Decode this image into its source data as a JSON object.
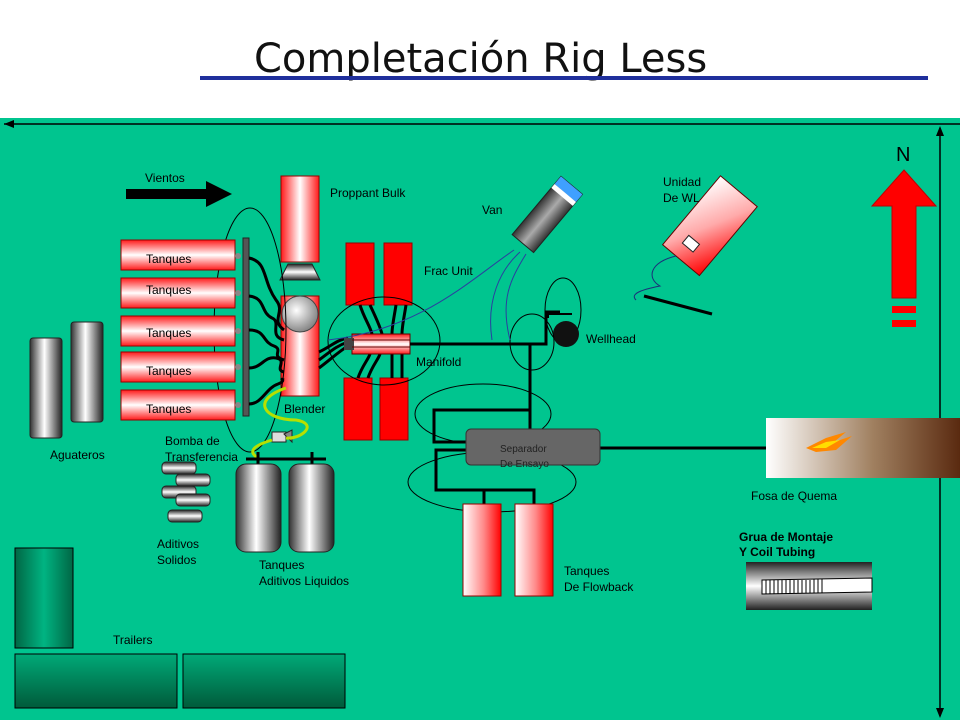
{
  "title": "Completación Rig Less",
  "labels": {
    "vientos": "Vientos",
    "proppant_bulk": "Proppant Bulk",
    "van": "Van",
    "unidad_wl_line1": "Unidad",
    "unidad_wl_line2": "De WL",
    "north": "N",
    "frac_unit": "Frac Unit",
    "tanques": [
      "Tanques",
      "Tanques",
      "Tanques",
      "Tanques",
      "Tanques"
    ],
    "wellhead": "Wellhead",
    "manifold": "Manifold",
    "blender": "Blender",
    "aguateros": "Aguateros",
    "bomba_line1": "Bomba de",
    "bomba_line2": "Transferencia",
    "separador_line1": "Separador",
    "separador_line2": "De Ensayo",
    "fosa": "Fosa de Quema",
    "grua_line1": "Grua de Montaje",
    "grua_line2": "Y Coil Tubing",
    "aditivos_solidos_line1": "Aditivos",
    "aditivos_solidos_line2": "Solidos",
    "aditivos_liquidos_line1": "Tanques",
    "aditivos_liquidos_line2": "Aditivos Liquidos",
    "flowback_line1": "Tanques",
    "flowback_line2": "De Flowback",
    "trailers": "Trailers"
  },
  "colors": {
    "field": "#00c58f",
    "title_rule": "#1f2f9c",
    "red": "#ff0000",
    "north_arrow": "#ff0000"
  }
}
